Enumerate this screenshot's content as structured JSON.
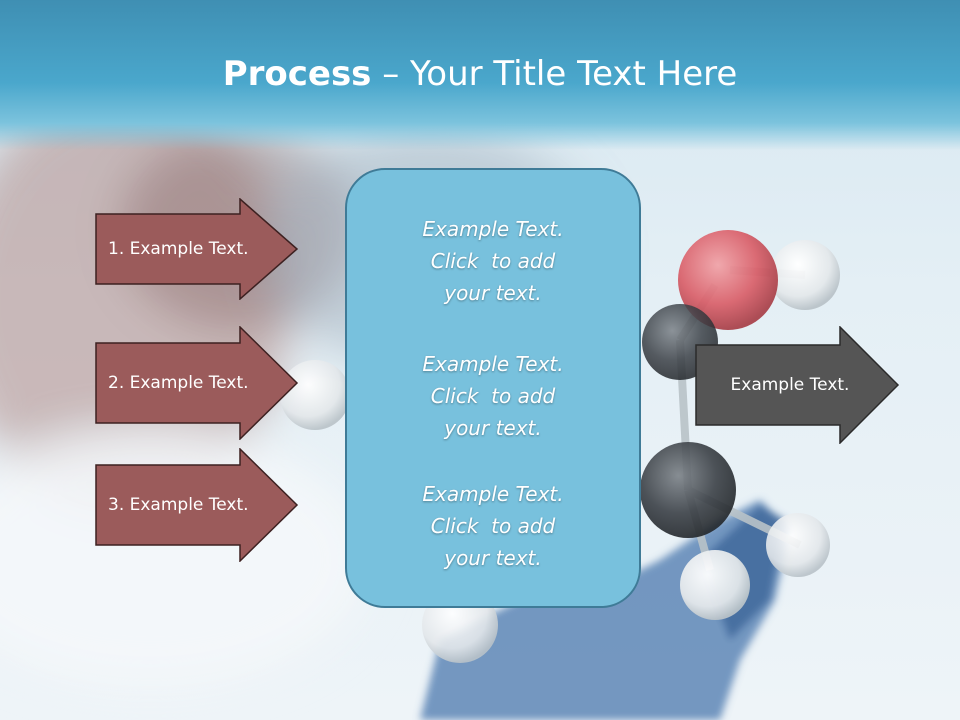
{
  "title": {
    "bold": "Process",
    "rest": " – Your Title Text Here"
  },
  "left_arrows": [
    {
      "label": "1. Example Text."
    },
    {
      "label": "2. Example Text."
    },
    {
      "label": "3. Example Text."
    }
  ],
  "center_box": {
    "items": [
      {
        "line1": "Example Text.",
        "line2": "Click  to add",
        "line3": "your text."
      },
      {
        "line1": "Example Text.",
        "line2": "Click  to add",
        "line3": "your text."
      },
      {
        "line1": "Example Text.",
        "line2": "Click  to add",
        "line3": "your text."
      }
    ]
  },
  "right_arrow": {
    "label": "Example Text."
  },
  "colors": {
    "title_band": "#4aa7cc",
    "left_arrow_fill": "#9b5b5b",
    "right_arrow_fill": "#555555",
    "center_box_fill": "#78c1dd"
  }
}
